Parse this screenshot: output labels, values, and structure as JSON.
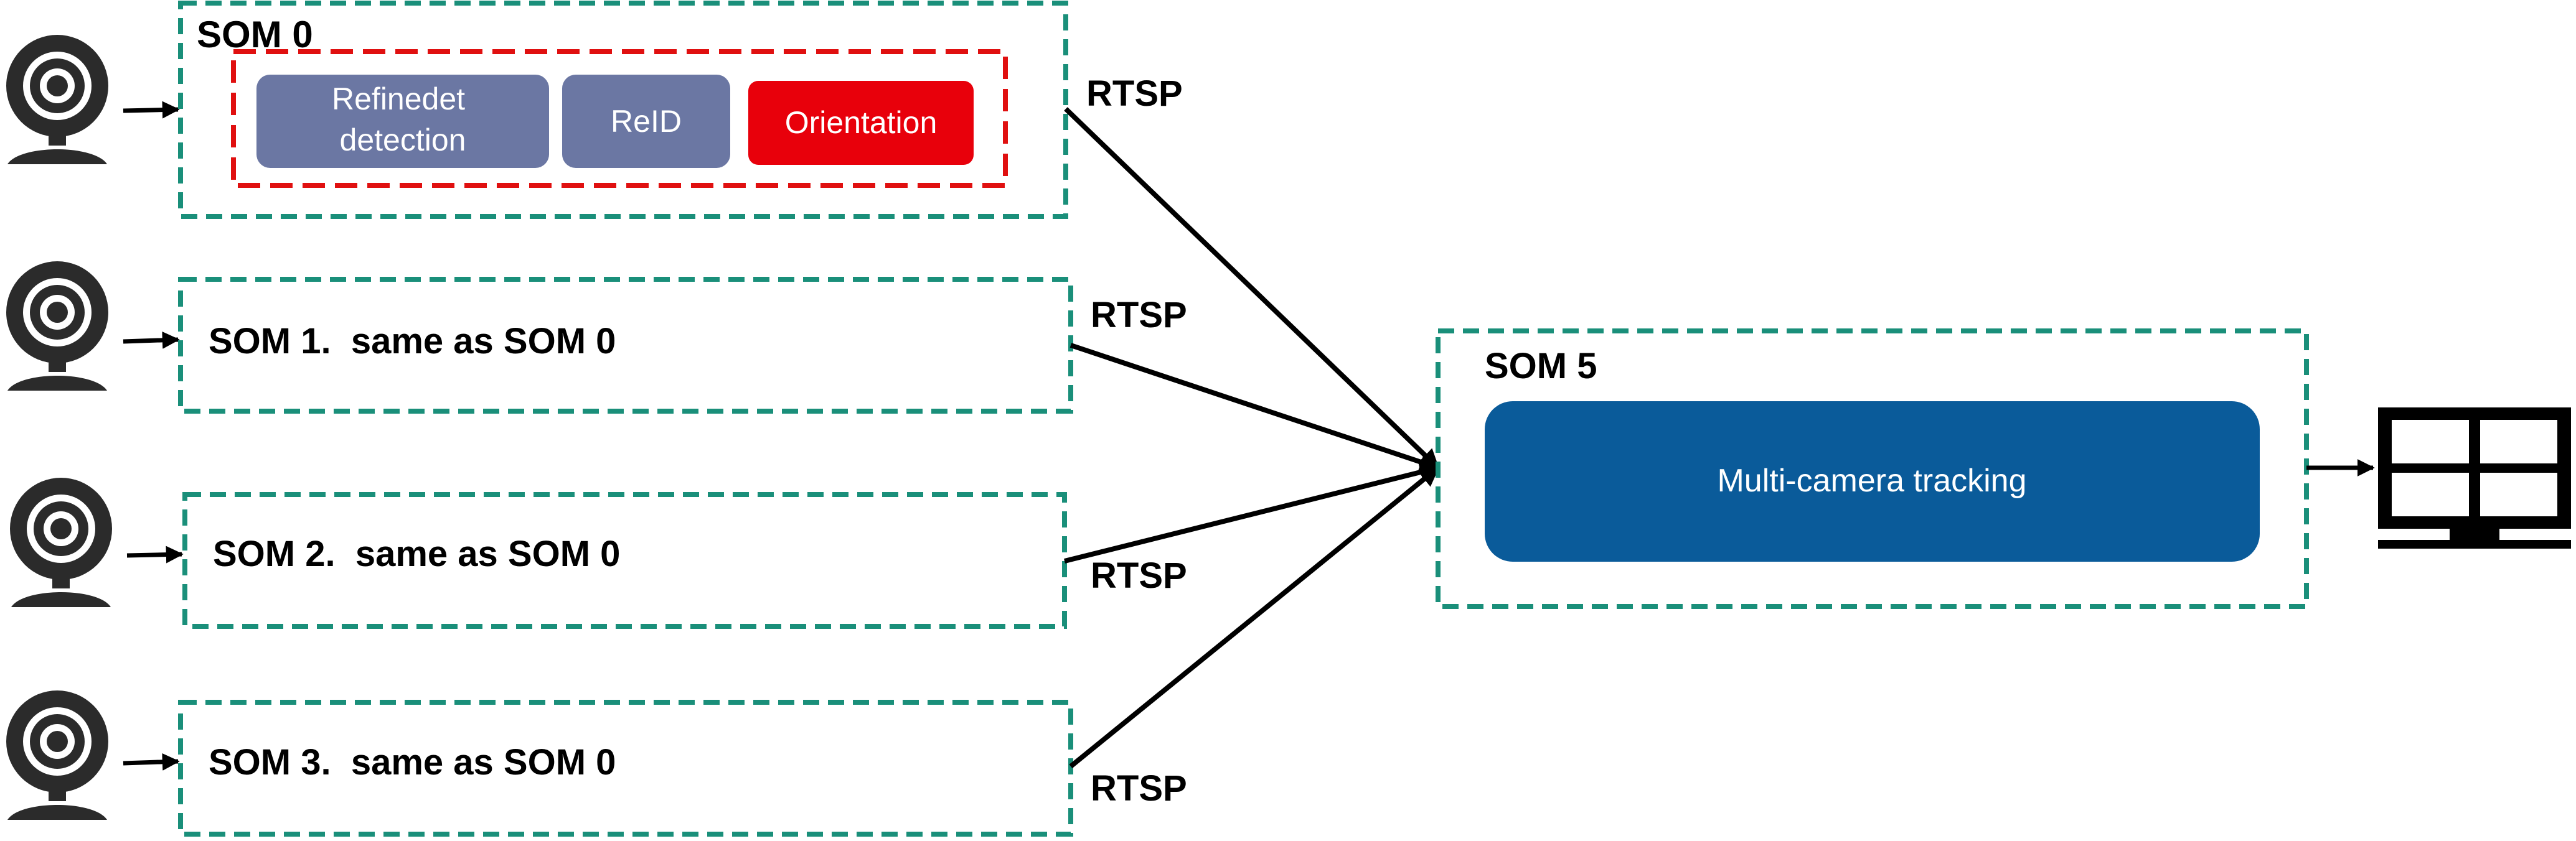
{
  "colors": {
    "green_dash": "#1a8f7a",
    "red_dash": "#e01010",
    "module_gray": "#6b77a3",
    "module_red": "#e8000b",
    "tracking_blue": "#0a5b9a",
    "arrow": "#000000",
    "icon": "#2b2b2b"
  },
  "som0": {
    "title": "SOM 0",
    "modules": [
      {
        "label_line1": "Refinedet",
        "label_line2": "detection"
      },
      {
        "label_line1": "ReID",
        "label_line2": ""
      },
      {
        "label_line1": "Orientation",
        "label_line2": ""
      }
    ]
  },
  "som1": {
    "label": "SOM 1.  same as SOM 0"
  },
  "som2": {
    "label": "SOM 2.  same as SOM 0"
  },
  "som3": {
    "label": "SOM 3.  same as SOM 0"
  },
  "rtsp_labels": [
    "RTSP",
    "RTSP",
    "RTSP",
    "RTSP"
  ],
  "som5": {
    "title": "SOM 5",
    "tracking_label": "Multi-camera tracking"
  },
  "icons": {
    "camera": "webcam-icon",
    "monitor": "monitor-icon"
  }
}
